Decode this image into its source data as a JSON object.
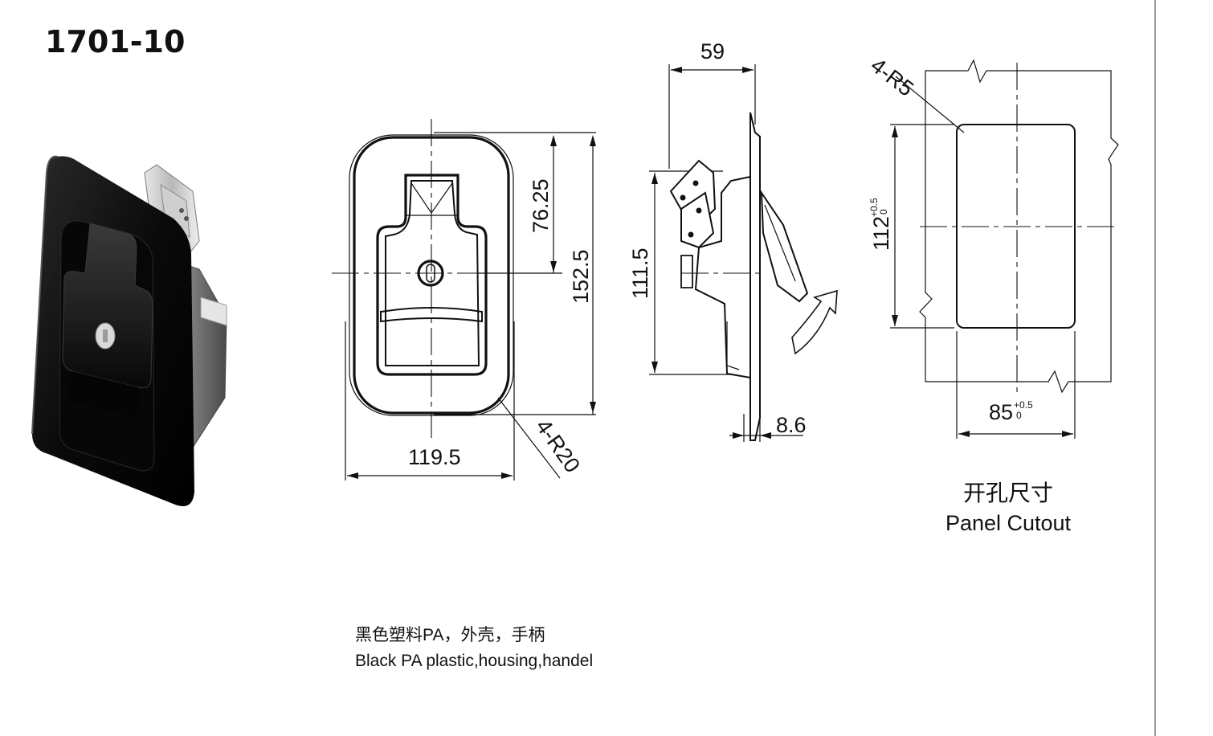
{
  "part_number": "1701-10",
  "dimensions": {
    "front": {
      "width": "119.5",
      "height": "152.5",
      "handle_height": "76.25",
      "corner_radius": "4-R20"
    },
    "side": {
      "depth": "59",
      "body_height": "111.5",
      "flange_thickness": "8.6"
    },
    "cutout": {
      "corner_radius": "4-R5",
      "height_value": "112",
      "width_value": "85",
      "tol_upper": "+0.5",
      "tol_lower": "0"
    }
  },
  "material_note": {
    "cn": "黑色塑料PA，外壳，手柄",
    "en": "Black PA plastic,housing,handel"
  },
  "cutout_caption": {
    "cn": "开孔尺寸",
    "en": "Panel Cutout"
  },
  "colors": {
    "product_body": "#0d0d0d",
    "line": "#111111",
    "divider": "#9a9a9a"
  }
}
